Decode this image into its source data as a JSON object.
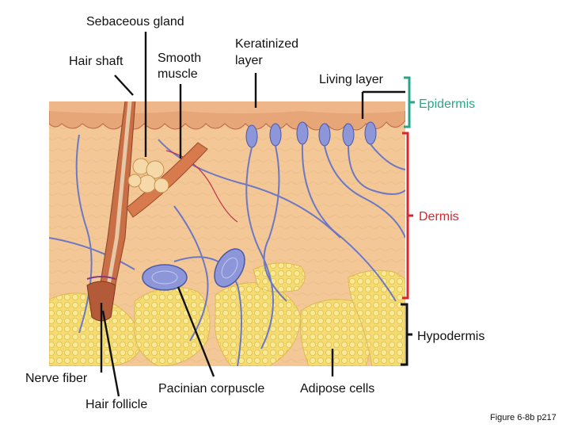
{
  "labels": {
    "sebaceous_gland": "Sebaceous gland",
    "hair_shaft": "Hair shaft",
    "smooth_muscle_1": "Smooth",
    "smooth_muscle_2": "muscle",
    "keratinized_1": "Keratinized",
    "keratinized_2": "layer",
    "living_layer": "Living layer",
    "epidermis": "Epidermis",
    "dermis": "Dermis",
    "hypodermis": "Hypodermis",
    "nerve_fiber": "Nerve fiber",
    "hair_follicle": "Hair follicle",
    "pacinian_corpuscle": "Pacinian corpuscle",
    "adipose_cells": "Adipose cells"
  },
  "caption": "Figure 6-8b p217",
  "colors": {
    "epidermis_bracket": "#2aa58a",
    "dermis_bracket": "#d8262c",
    "hypodermis_bracket": "#111111",
    "dermis_fill": "#f2c89a",
    "epidermis_fill": "#e9a57a",
    "fat_fill": "#f3dc74",
    "vessel": "#6d78c4"
  }
}
